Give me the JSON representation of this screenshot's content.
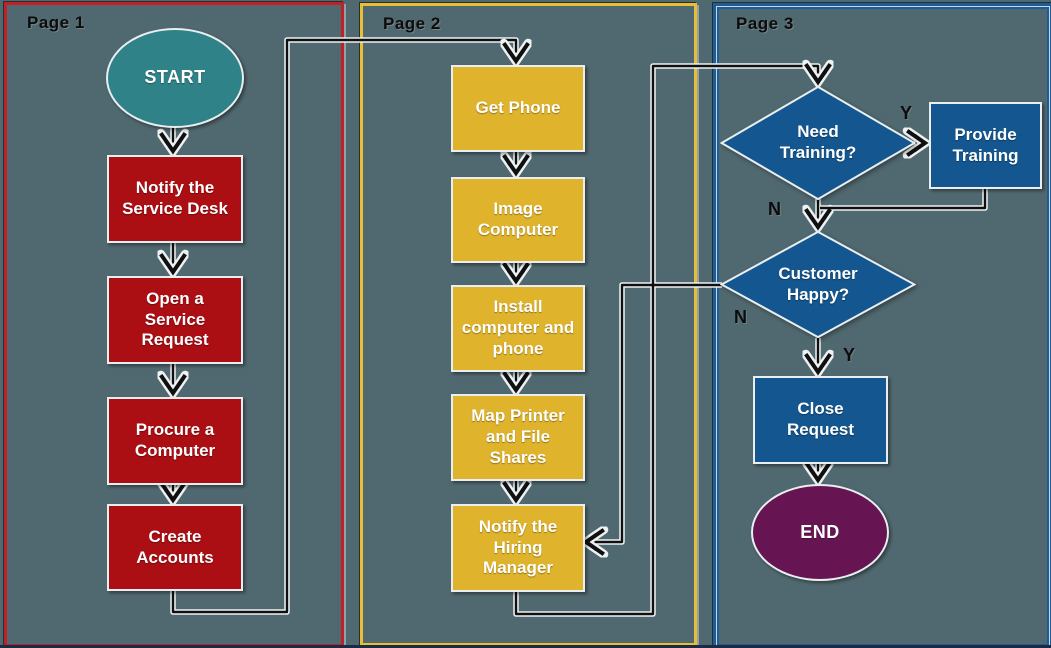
{
  "colors": {
    "background": "#50686f",
    "page1_border": "#bf2126",
    "page2_border": "#e7bf37",
    "page3_border": "#1d5c94",
    "process_red": "#ab0e13",
    "process_yellow": "#dfb32b",
    "process_blue": "#14568f",
    "terminator_teal": "#2f8287",
    "terminator_purple": "#671453",
    "connector": "#101010"
  },
  "pages": [
    {
      "label": "Page 1",
      "nodes": [
        {
          "id": "start",
          "shape": "ellipse",
          "label": "START"
        },
        {
          "id": "notify-service-desk",
          "shape": "rect",
          "label": "Notify the\nService Desk"
        },
        {
          "id": "open-service-request",
          "shape": "rect",
          "label": "Open a\nService\nRequest"
        },
        {
          "id": "procure-computer",
          "shape": "rect",
          "label": "Procure a\nComputer"
        },
        {
          "id": "create-accounts",
          "shape": "rect",
          "label": "Create\nAccounts"
        }
      ]
    },
    {
      "label": "Page 2",
      "nodes": [
        {
          "id": "get-phone",
          "shape": "rect",
          "label": "Get Phone"
        },
        {
          "id": "image-computer",
          "shape": "rect",
          "label": "Image\nComputer"
        },
        {
          "id": "install-computer-and-phone",
          "shape": "rect",
          "label": "Install\ncomputer and\nphone"
        },
        {
          "id": "map-printer-file-shares",
          "shape": "rect",
          "label": "Map Printer\nand File\nShares"
        },
        {
          "id": "notify-hiring-manager",
          "shape": "rect",
          "label": "Notify the\nHiring\nManager"
        }
      ]
    },
    {
      "label": "Page 3",
      "nodes": [
        {
          "id": "need-training",
          "shape": "diamond",
          "label": "Need\nTraining?"
        },
        {
          "id": "provide-training",
          "shape": "rect",
          "label": "Provide\nTraining"
        },
        {
          "id": "customer-happy",
          "shape": "diamond",
          "label": "Customer\nHappy?"
        },
        {
          "id": "close-request",
          "shape": "rect",
          "label": "Close\nRequest"
        },
        {
          "id": "end",
          "shape": "ellipse",
          "label": "END"
        }
      ]
    }
  ],
  "branch_labels": {
    "need_training_yes": "Y",
    "need_training_no": "N",
    "customer_happy_no": "N",
    "customer_happy_yes": "Y"
  }
}
